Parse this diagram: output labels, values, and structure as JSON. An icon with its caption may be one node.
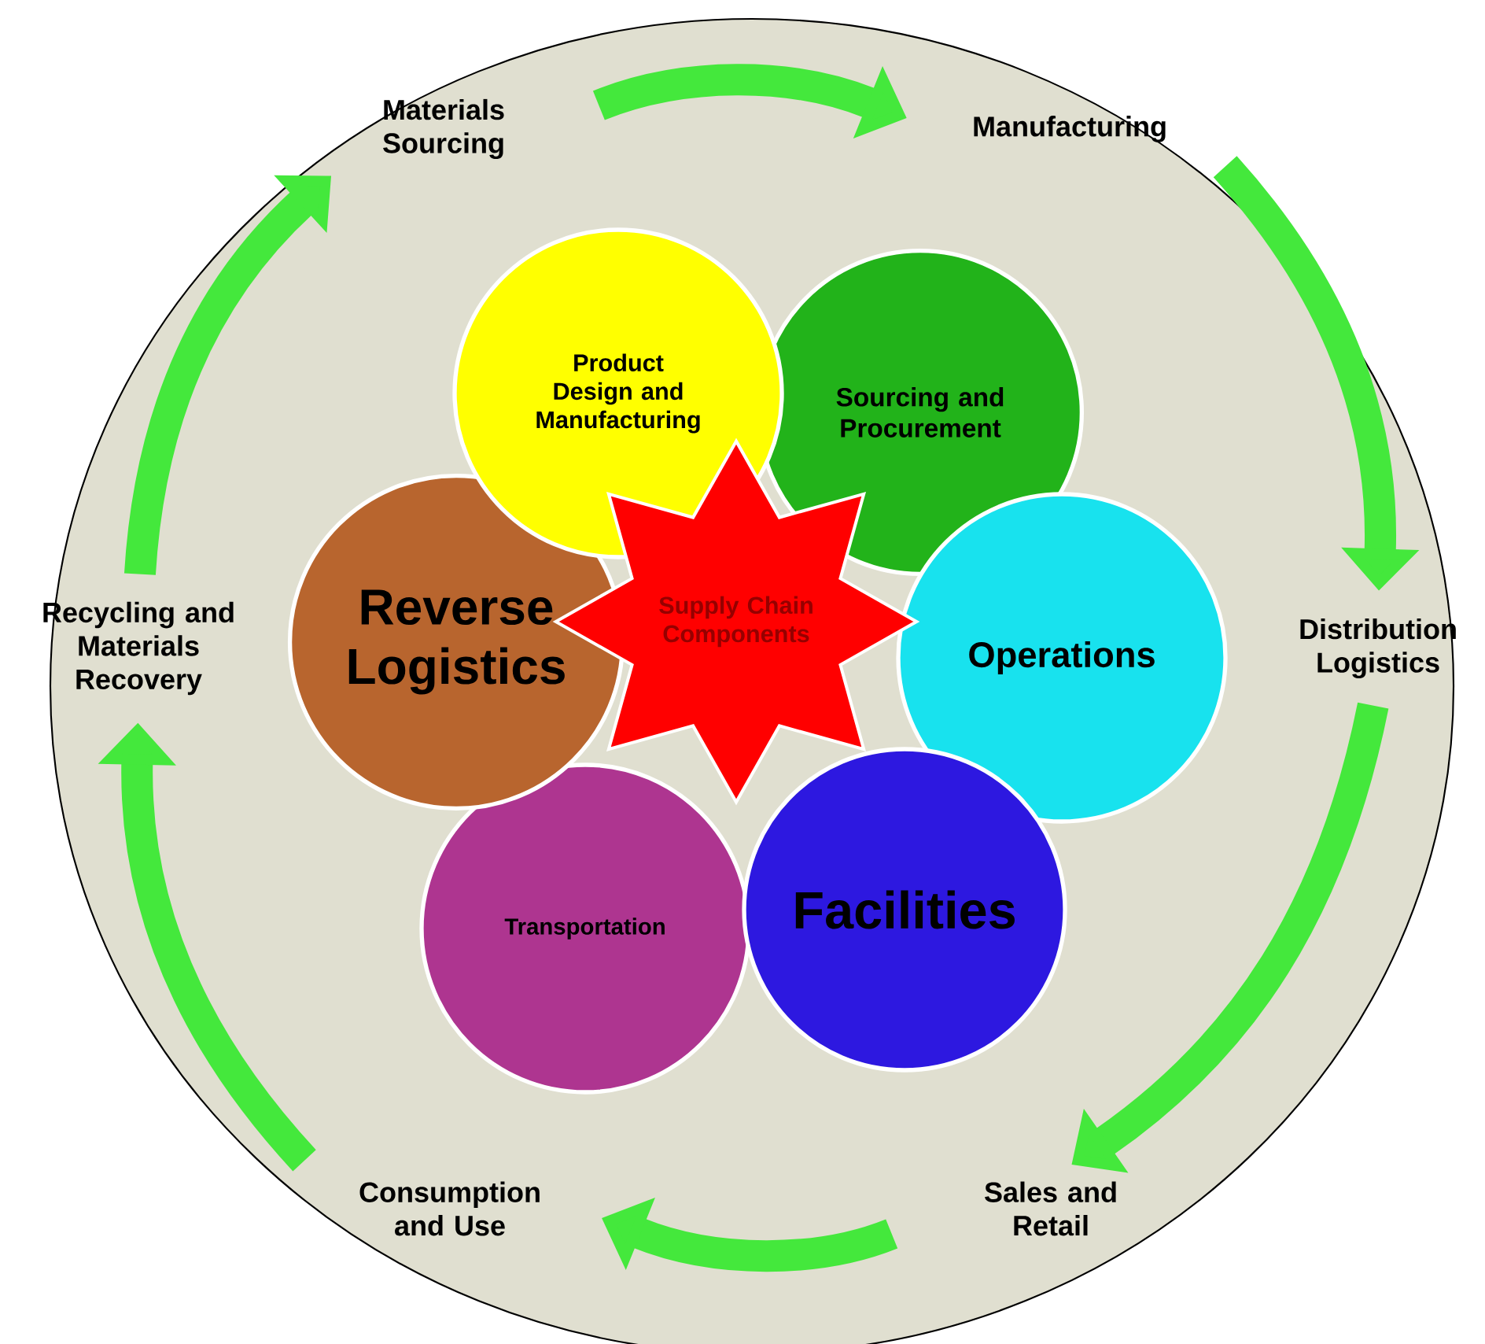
{
  "diagram": {
    "nodes": [
      {
        "text": [
          "Materials Sourcing"
        ]
      },
      {
        "text": [
          "Manufacturing"
        ]
      },
      {
        "text": [
          "Distribution Logistics"
        ]
      },
      {
        "text": [
          "Sales and Retail"
        ]
      },
      {
        "text": [
          "Consumption and Use"
        ]
      },
      {
        "text": [
          "Recycling and Materials Recovery"
        ]
      },
      {
        "text": [
          "Product Design and Manufacturing"
        ]
      },
      {
        "text": [
          "Sourcing and Procurement"
        ]
      },
      {
        "text": [
          "Reverse Logistics"
        ]
      },
      {
        "text": [
          "Supply Chain Components"
        ]
      },
      {
        "text": [
          "Operations"
        ]
      },
      {
        "text": [
          "Transportation"
        ]
      },
      {
        "text": [
          "Facilities"
        ]
      }
    ],
    "edges": [
      {
        "from": 0,
        "to": 1,
        "arrow": "to"
      },
      {
        "from": 1,
        "to": 2,
        "arrow": "to"
      },
      {
        "from": 2,
        "to": 3,
        "arrow": "to"
      },
      {
        "from": 3,
        "to": 4,
        "arrow": "to"
      },
      {
        "from": 4,
        "to": 5,
        "arrow": "to"
      },
      {
        "from": 5,
        "to": 0,
        "arrow": "to"
      }
    ]
  }
}
